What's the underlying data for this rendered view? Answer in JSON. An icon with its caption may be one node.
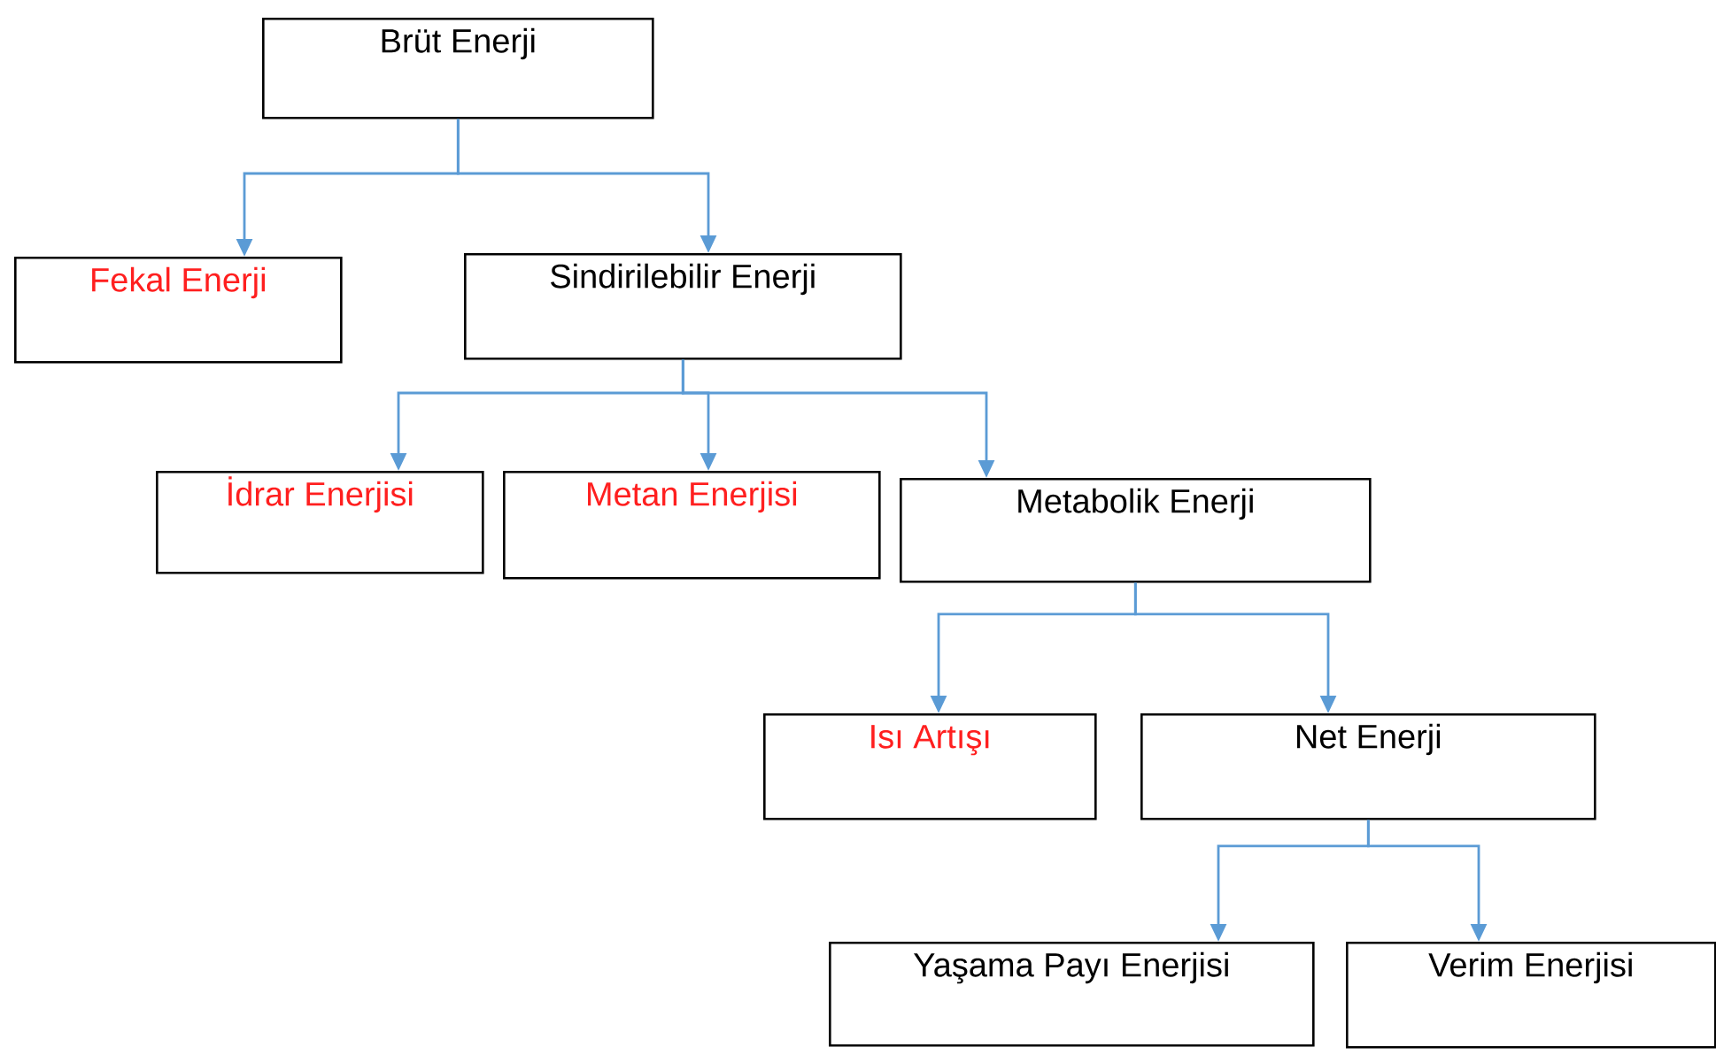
{
  "diagram": {
    "nodes": [
      {
        "text": [
          "Brüt Enerji"
        ]
      },
      {
        "text": [
          "Fekal Enerji"
        ]
      },
      {
        "text": [
          "Sindirilebilir Enerji"
        ]
      },
      {
        "text": [
          "İdrar Enerjisi"
        ]
      },
      {
        "text": [
          "Metan Enerjisi"
        ]
      },
      {
        "text": [
          "Metabolik Enerji"
        ]
      },
      {
        "text": [
          "Isı Artışı"
        ]
      },
      {
        "text": [
          "Net Enerji"
        ]
      },
      {
        "text": [
          "Yaşama Payı Enerjisi"
        ]
      },
      {
        "text": [
          "Verim Enerjisi"
        ]
      }
    ],
    "edges": [
      {
        "from": 0,
        "to": 1,
        "arrow": "to"
      },
      {
        "from": 0,
        "to": 2,
        "arrow": "to"
      },
      {
        "from": 2,
        "to": 3,
        "arrow": "to"
      },
      {
        "from": 2,
        "to": 4,
        "arrow": "to"
      },
      {
        "from": 2,
        "to": 5,
        "arrow": "to"
      },
      {
        "from": 5,
        "to": 6,
        "arrow": "to"
      },
      {
        "from": 5,
        "to": 7,
        "arrow": "to"
      },
      {
        "from": 7,
        "to": 8,
        "arrow": "to"
      },
      {
        "from": 7,
        "to": 9,
        "arrow": "to"
      }
    ]
  }
}
